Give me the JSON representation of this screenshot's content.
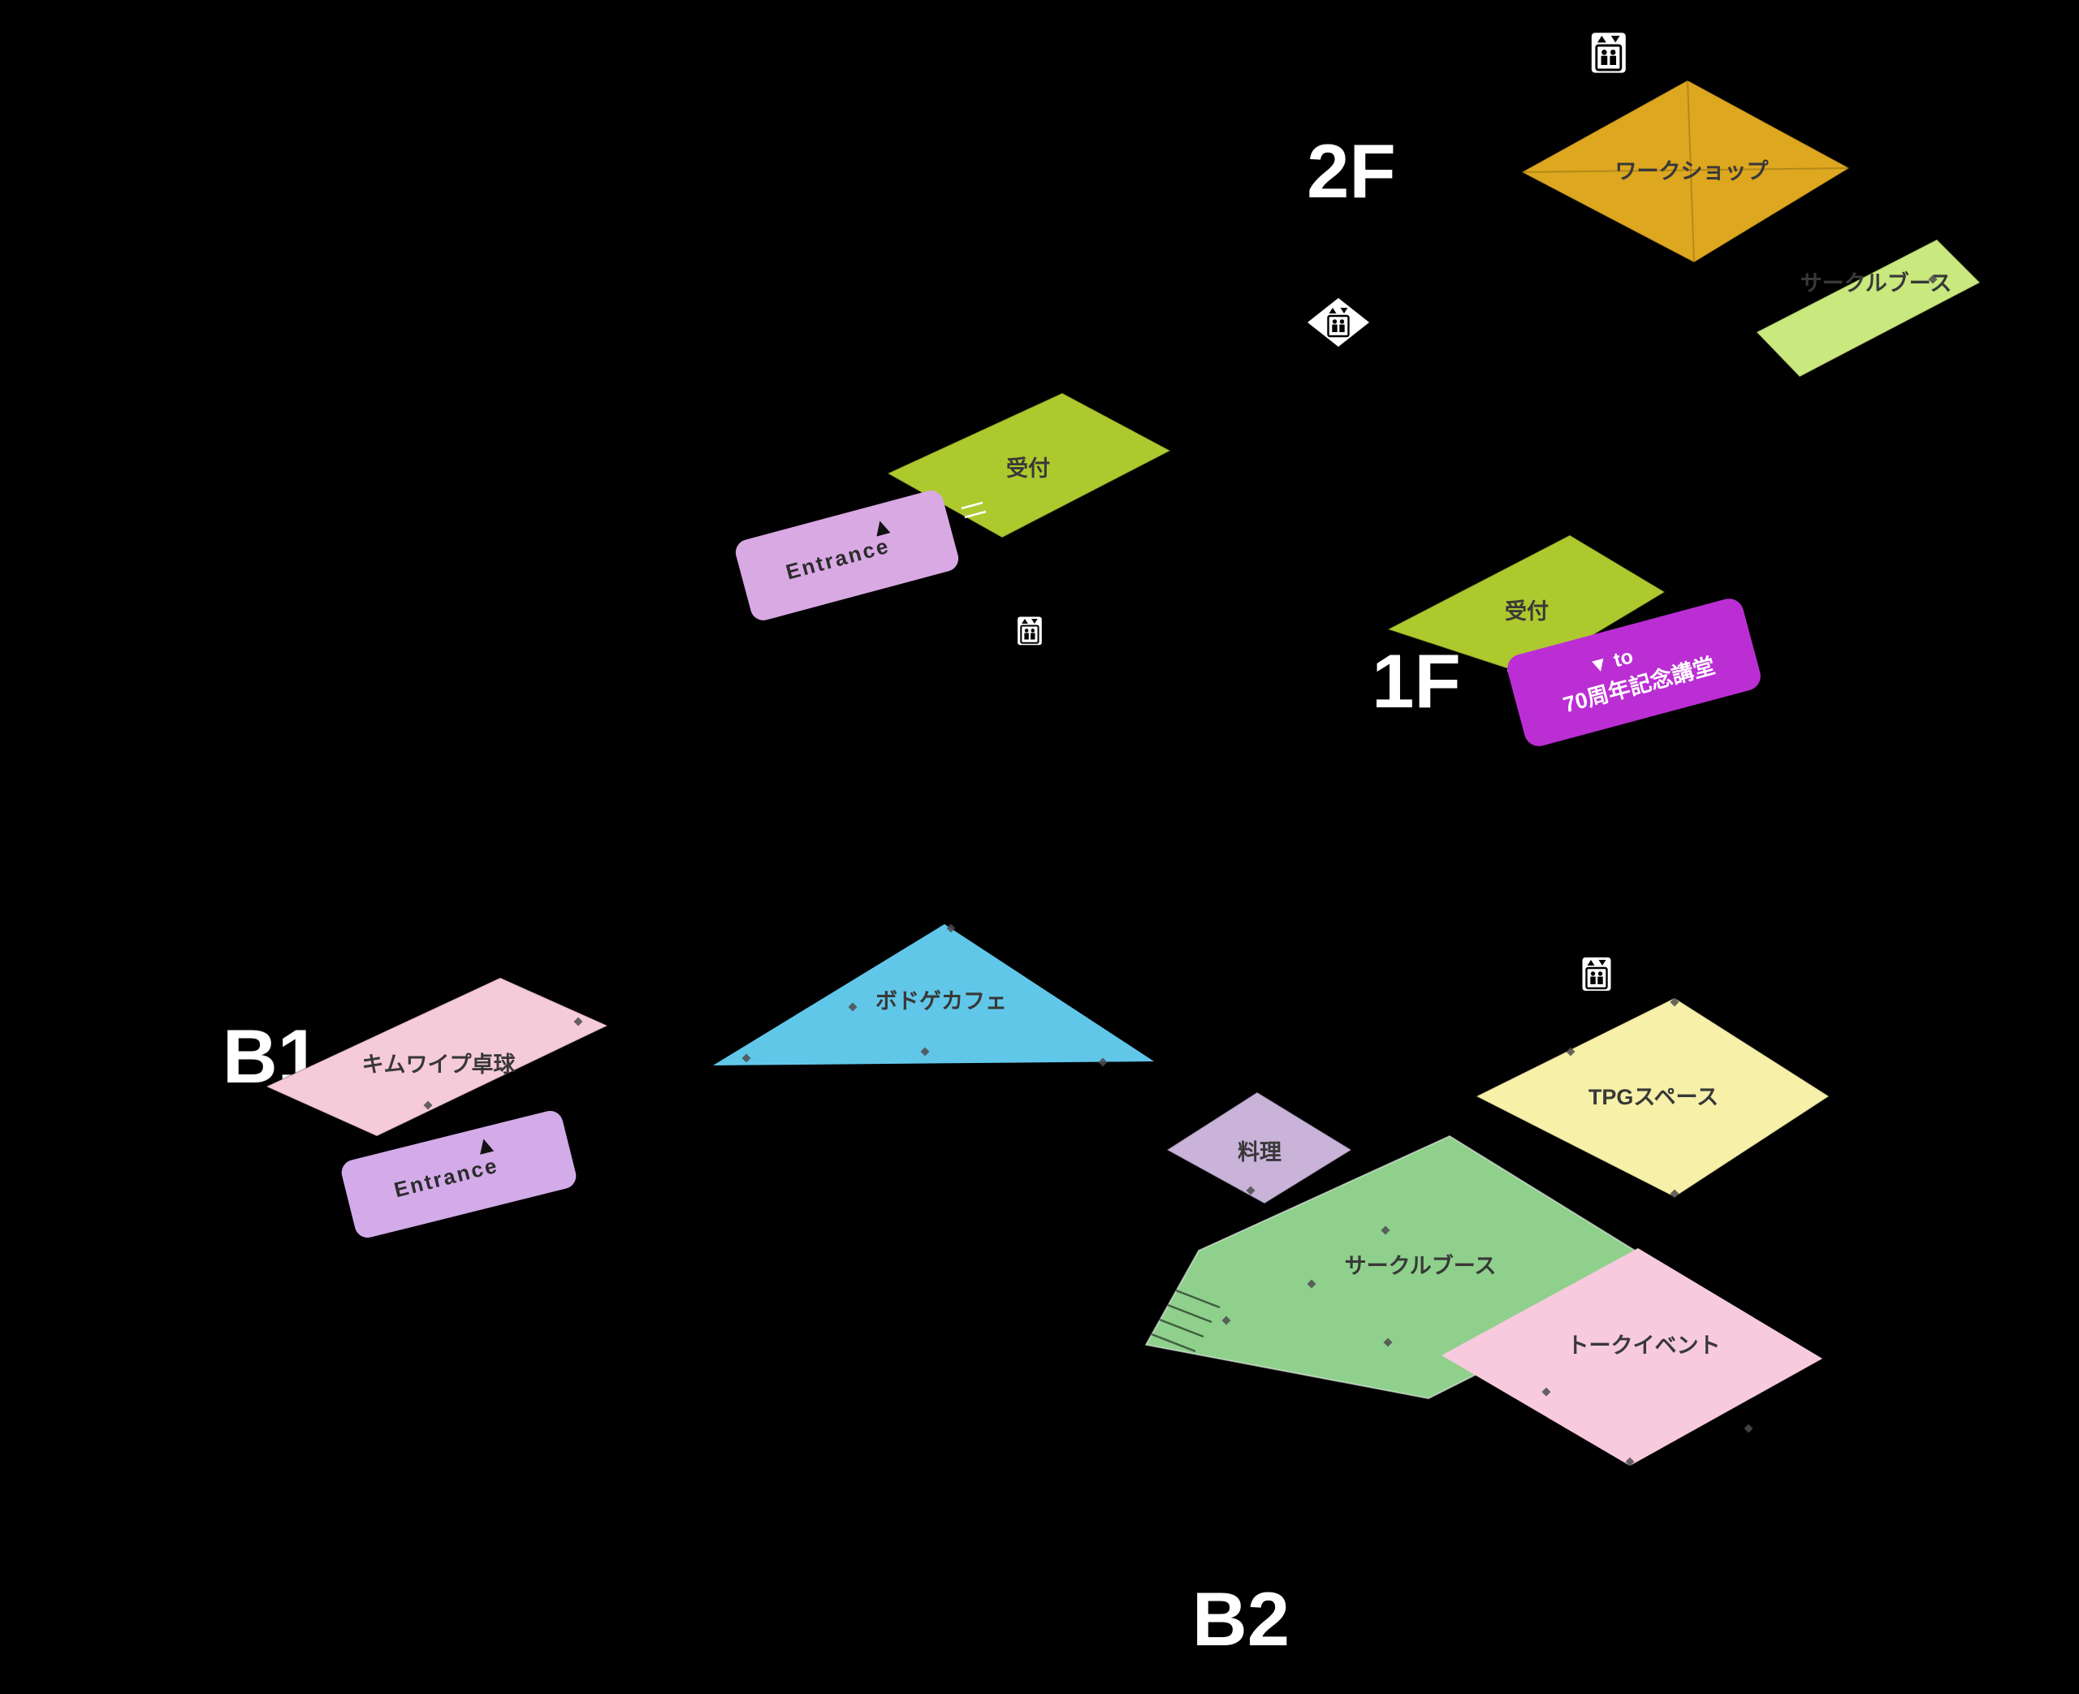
{
  "floors": {
    "f2": {
      "label": "2F"
    },
    "f1": {
      "label": "1F"
    },
    "b1": {
      "label": "B1"
    },
    "b2": {
      "label": "B2"
    }
  },
  "rooms": {
    "workshop": {
      "label": "ワークショップ",
      "color": "#dda71f"
    },
    "circle_booth_2f": {
      "label": "サークルブース",
      "color": "#c9e87d"
    },
    "reception_a": {
      "label": "受付",
      "color": "#adc92e"
    },
    "entrance_a": {
      "label": "Entrance",
      "arrow": "▲",
      "color": "#d9a9e4"
    },
    "reception_b": {
      "label": "受付",
      "color": "#adc92e"
    },
    "auditorium_link": {
      "line1": "▼ to",
      "line2": "70周年記念講堂",
      "color": "#bb2ed4"
    },
    "kimwipe_tabletennis": {
      "label": "キムワイプ卓球",
      "color": "#f6cbd9"
    },
    "entrance_b1": {
      "label": "Entrance",
      "arrow": "▲",
      "color": "#d4abe9"
    },
    "boardgame_cafe": {
      "label": "ボドゲカフェ",
      "color": "#61c7e9"
    },
    "cooking": {
      "label": "料理",
      "color": "#c9b3d9"
    },
    "tpg_space": {
      "label": "TPGスペース",
      "color": "#f6f0a9"
    },
    "circle_booth_b2": {
      "label": "サークルブース",
      "color": "#8fd08c"
    },
    "talk_event": {
      "label": "トークイベント",
      "color": "#f8cadd"
    }
  },
  "icons": {
    "elevator": {
      "fg": "#000000",
      "bg": "#ffffff"
    },
    "restroom": {
      "male_color": "#0000d8",
      "female_color": "#ee0016"
    }
  }
}
